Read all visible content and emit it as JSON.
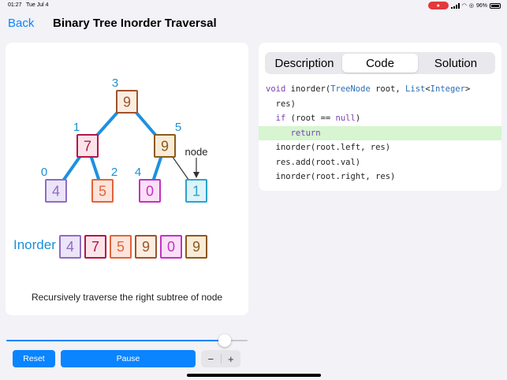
{
  "status": {
    "time": "01:27",
    "date": "Tue Jul 4",
    "battery": "96%"
  },
  "nav": {
    "back_label": "Back",
    "title": "Binary Tree Inorder Traversal"
  },
  "tree": {
    "nodes": [
      {
        "id": "root",
        "value": "9",
        "index": "3",
        "color": "#a0522d",
        "fill": "#fbeee0"
      },
      {
        "id": "left",
        "value": "7",
        "index": "1",
        "color": "#b0174b",
        "fill": "#fbe3ea"
      },
      {
        "id": "right",
        "value": "9",
        "index": "5",
        "color": "#8b5a1a",
        "fill": "#f8ecd8"
      },
      {
        "id": "left-left",
        "value": "4",
        "index": "0",
        "color": "#8e6cc4",
        "fill": "#ece4f7"
      },
      {
        "id": "left-right",
        "value": "5",
        "index": "2",
        "color": "#e0643c",
        "fill": "#fde4da"
      },
      {
        "id": "right-left",
        "value": "0",
        "index": "4",
        "color": "#c232c2",
        "fill": "#fae0f7"
      },
      {
        "id": "right-right",
        "value": "1",
        "index": "",
        "color": "#2ba4c8",
        "fill": "#dff3fb"
      }
    ],
    "pointer_label": "node",
    "edge_color": "#1e90e0",
    "index_color": "#1a8fd6"
  },
  "inorder": {
    "label": "Inorder",
    "cells": [
      {
        "value": "4",
        "color": "#8e6cc4",
        "fill": "#ece4f7"
      },
      {
        "value": "7",
        "color": "#b0174b",
        "fill": "#fbe3ea"
      },
      {
        "value": "5",
        "color": "#e0643c",
        "fill": "#fde4da"
      },
      {
        "value": "9",
        "color": "#a0522d",
        "fill": "#fbeee0"
      },
      {
        "value": "0",
        "color": "#c232c2",
        "fill": "#fae0f7"
      },
      {
        "value": "9",
        "color": "#8b5a1a",
        "fill": "#f8ecd8"
      }
    ]
  },
  "caption": "Recursively traverse the right subtree of node",
  "tabs": [
    {
      "label": "Description",
      "active": false
    },
    {
      "label": "Code",
      "active": true
    },
    {
      "label": "Solution",
      "active": false
    }
  ],
  "code_lines": [
    {
      "text": "void inorder(TreeNode root, List<Integer>",
      "highlight": false
    },
    {
      "text": "  res)",
      "highlight": false
    },
    {
      "text": "  if (root == null)",
      "highlight": false
    },
    {
      "text": "     return",
      "highlight": true
    },
    {
      "text": "  inorder(root.left, res)",
      "highlight": false
    },
    {
      "text": "  res.add(root.val)",
      "highlight": false
    },
    {
      "text": "  inorder(root.right, res)",
      "highlight": false
    }
  ],
  "controls": {
    "progress": 0.904,
    "reset_label": "Reset",
    "pause_label": "Pause",
    "minus_label": "−",
    "plus_label": "+"
  },
  "colors": {
    "accent": "#0a84ff",
    "highlight": "#d6f5d0"
  }
}
